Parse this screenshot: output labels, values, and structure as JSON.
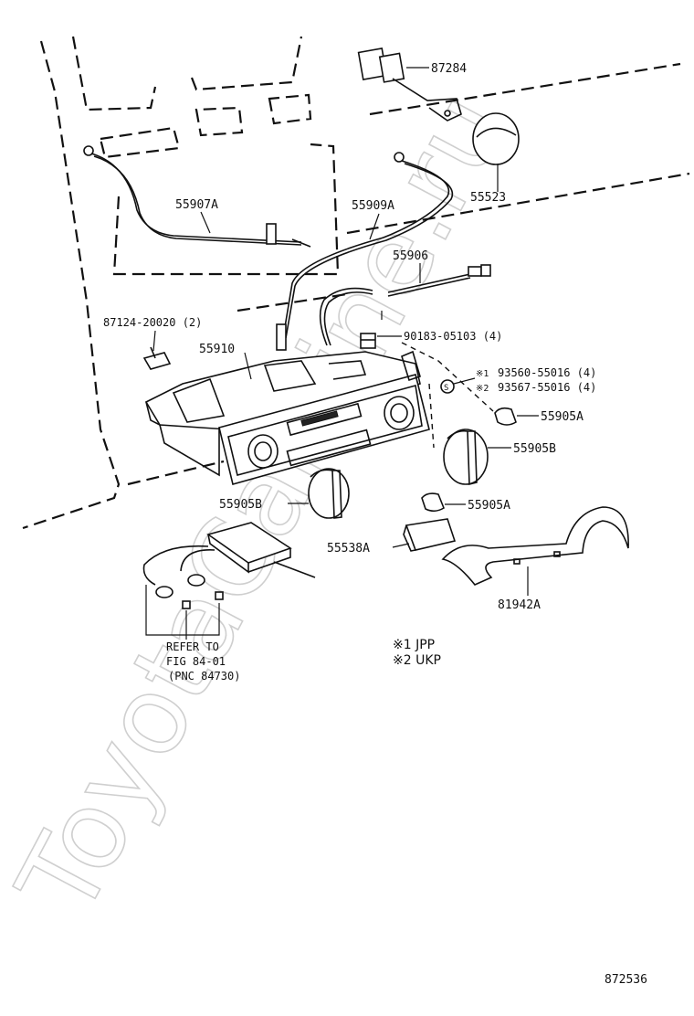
{
  "watermark": "ToyotaCamine.ru",
  "figure_number": "872536",
  "callouts": {
    "p87284": "87284",
    "p55523": "55523",
    "p55907A": "55907A",
    "p55909A": "55909A",
    "p55906": "55906",
    "p87124": "87124-20020 (2)",
    "p90183": "90183-05103 (4)",
    "p55910": "55910",
    "p93560": "93560-55016 (4)",
    "p93567": "93567-55016 (4)",
    "p55905A_1": "55905A",
    "p55905B_1": "55905B",
    "p55905B_2": "55905B",
    "p55905A_2": "55905A",
    "p55538A": "55538A",
    "p81942A": "81942A"
  },
  "footnote_marks": {
    "m1": "※1",
    "m2": "※2"
  },
  "reference": {
    "line1": "REFER TO",
    "line2": "FIG 84-01",
    "line3": "(PNC 84730)"
  },
  "legend": {
    "jpp": "※1 JPP",
    "ukp": "※2 UKP"
  }
}
